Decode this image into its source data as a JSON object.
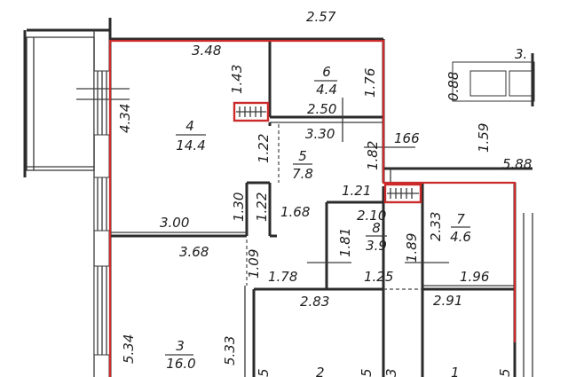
{
  "rooms": [
    {
      "number": "4",
      "area": "14.4"
    },
    {
      "number": "6",
      "area": "4.4"
    },
    {
      "number": "5",
      "area": "7.8"
    },
    {
      "number": "8",
      "area": "3.9"
    },
    {
      "number": "7",
      "area": "4.6"
    },
    {
      "number": "3",
      "area": "16.0"
    }
  ],
  "dimensions": [
    "2.57",
    "3.48",
    "1.43",
    "1.76",
    "2.50",
    "3.30",
    "4.34",
    "1.22",
    "1.82",
    "166",
    "1.21",
    "1.30",
    "1.22",
    "1.68",
    "2.10",
    "2.33",
    "1.81",
    "1.89",
    "3.00",
    "3.68",
    "1.09",
    "1.78",
    "1.25",
    "1.96",
    "2.83",
    "2.91",
    "5.34",
    "5.33",
    "0.88",
    "1.59",
    "5.88"
  ],
  "cropped_labels": [
    "3.",
    "5",
    "2",
    "5",
    "1",
    "5",
    "3"
  ],
  "colors": {
    "outline": "#cc2b2b",
    "wall": "#2b2b2b",
    "text": "#1e1e1e",
    "background": "#ffffff"
  }
}
